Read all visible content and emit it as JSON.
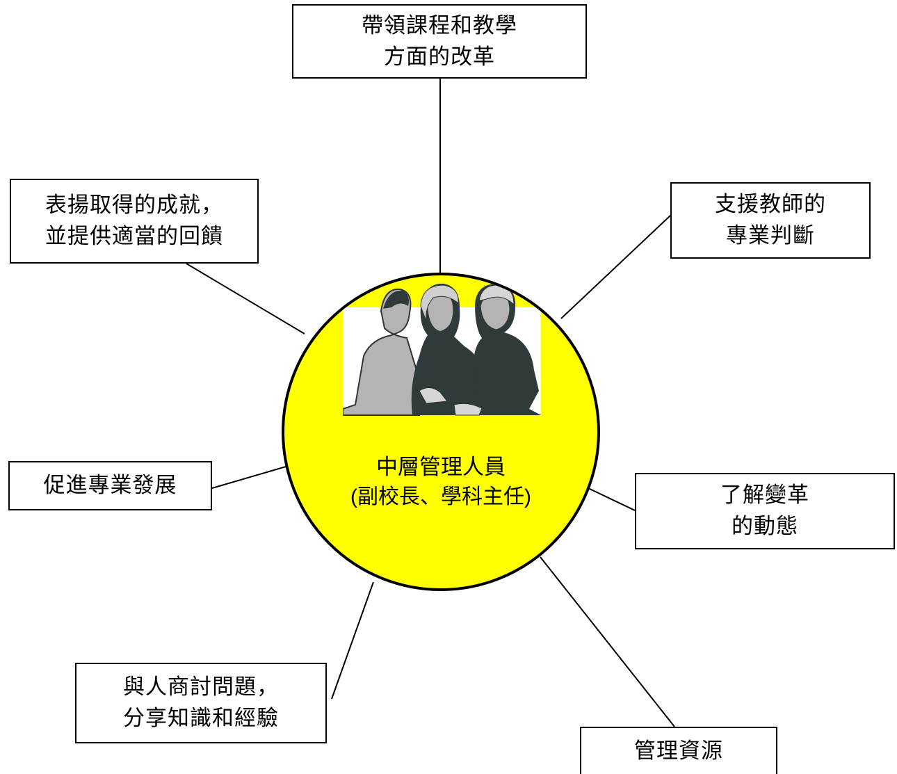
{
  "center": {
    "title": "中層管理人員",
    "subtitle": "(副校長、學科主任)"
  },
  "nodes": {
    "curriculum": {
      "line1": "帶領課程和教學",
      "line2": "方面的改革"
    },
    "support": {
      "line1": "支援教師的",
      "line2": "專業判斷"
    },
    "recognize": {
      "line1": "表揚取得的成就，",
      "line2": "並提供適當的回饋"
    },
    "professional": {
      "line1": "促進專業發展"
    },
    "change": {
      "line1": "了解變革",
      "line2": "的動態"
    },
    "discuss": {
      "line1": "與人商討問題，",
      "line2": "分享知識和經驗"
    },
    "resources": {
      "line1": "管理資源"
    }
  },
  "colors": {
    "circle_fill": "#ffff00",
    "line": "#000000",
    "figure_dark": "#2f3b3b",
    "figure_light": "#b4b4b4"
  }
}
